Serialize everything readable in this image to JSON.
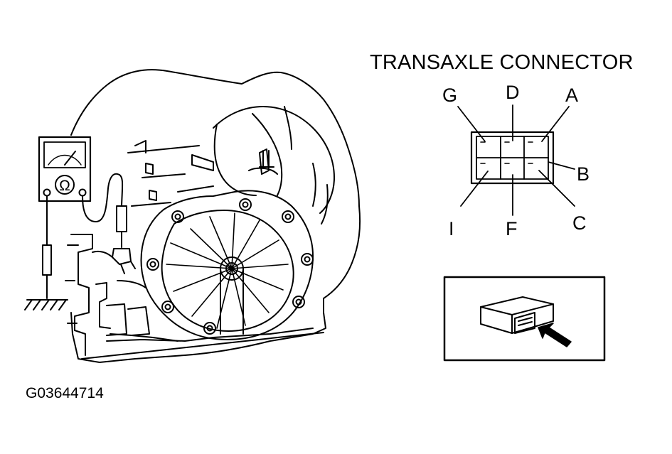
{
  "diagram": {
    "connector_title": "TRANSAXLE CONNECTOR",
    "pins": {
      "G": "G",
      "D": "D",
      "A": "A",
      "B": "B",
      "I": "I",
      "F": "F",
      "C": "C"
    },
    "figure_id": "G03644714",
    "meter": {
      "symbol": "Ω",
      "icon": "ohmmeter-icon"
    },
    "icons": [
      "transaxle-illustration",
      "ground-symbol-icon",
      "connector-icon",
      "arrow-icon"
    ]
  }
}
